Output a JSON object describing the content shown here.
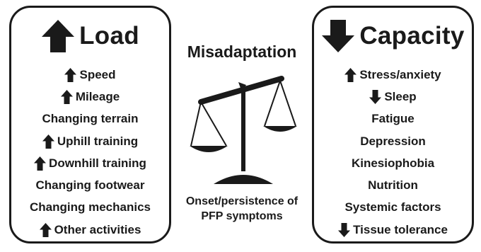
{
  "left_panel": {
    "title": "Load",
    "title_arrow": "up-arrow-icon",
    "items": [
      {
        "label": "Speed",
        "arrow": "up"
      },
      {
        "label": "Mileage",
        "arrow": "up"
      },
      {
        "label": "Changing terrain",
        "arrow": "none"
      },
      {
        "label": "Uphill training",
        "arrow": "up"
      },
      {
        "label": "Downhill training",
        "arrow": "up"
      },
      {
        "label": "Changing footwear",
        "arrow": "none"
      },
      {
        "label": "Changing mechanics",
        "arrow": "none"
      },
      {
        "label": "Other activities",
        "arrow": "up"
      }
    ]
  },
  "center": {
    "title": "Misadaptation",
    "icon": "balance-scale-icon",
    "caption_line1": "Onset/persistence of",
    "caption_line2": "PFP symptoms"
  },
  "right_panel": {
    "title": "Capacity",
    "title_arrow": "down-arrow-icon",
    "items": [
      {
        "label": "Stress/anxiety",
        "arrow": "up"
      },
      {
        "label": "Sleep",
        "arrow": "down"
      },
      {
        "label": "Fatigue",
        "arrow": "none"
      },
      {
        "label": "Depression",
        "arrow": "none"
      },
      {
        "label": "Kinesiophobia",
        "arrow": "none"
      },
      {
        "label": "Nutrition",
        "arrow": "none"
      },
      {
        "label": "Systemic factors",
        "arrow": "none"
      },
      {
        "label": "Tissue tolerance",
        "arrow": "down"
      }
    ]
  },
  "colors": {
    "ink": "#1a1a1a",
    "background": "#ffffff"
  }
}
